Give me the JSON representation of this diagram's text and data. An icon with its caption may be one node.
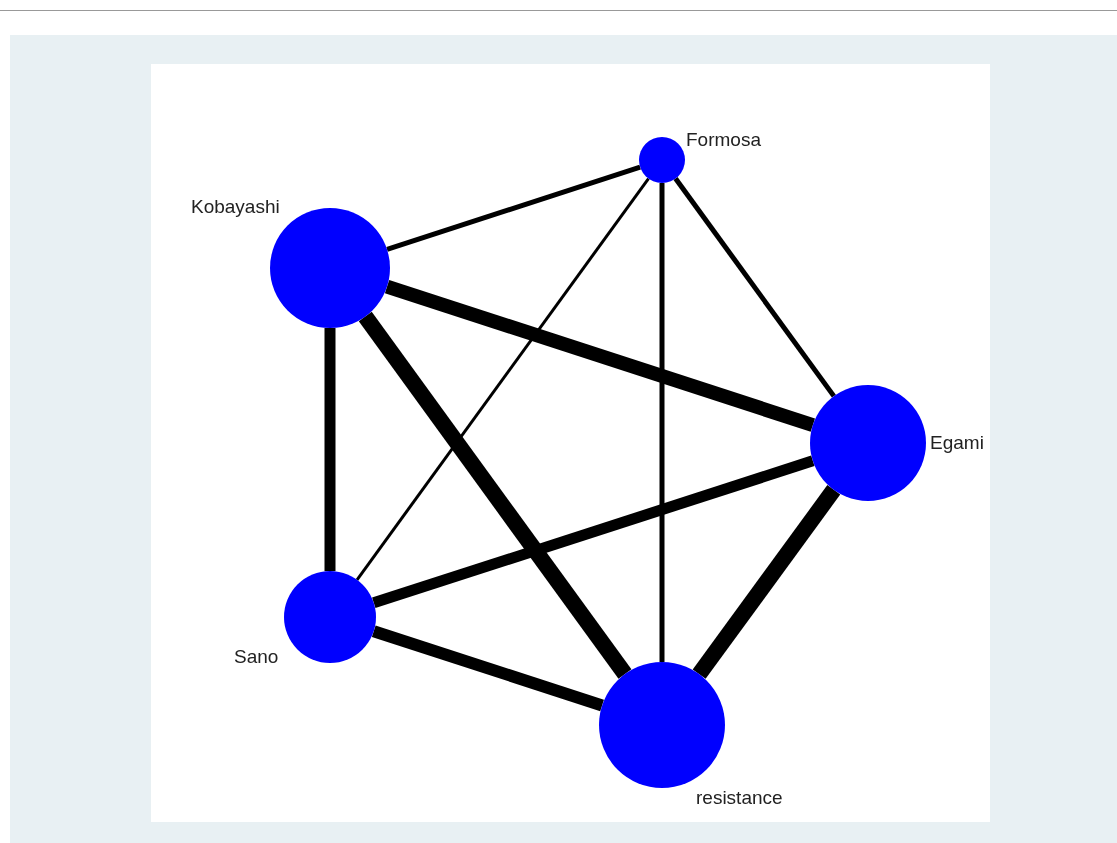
{
  "diagram": {
    "nodes": [
      {
        "text": [],
        "shape": "circle",
        "beside": [
          "Formosa"
        ]
      },
      {
        "text": [],
        "shape": "circle",
        "beside": [
          "Kobayashi"
        ]
      },
      {
        "text": [],
        "shape": "circle",
        "beside": [
          "Egami"
        ]
      },
      {
        "text": [],
        "shape": "circle",
        "beside": [
          "Sano"
        ]
      },
      {
        "text": [],
        "shape": "circle",
        "beside": [
          "resistance"
        ]
      }
    ],
    "edges": [
      {
        "from": 0,
        "to": 1,
        "arrow": "none"
      },
      {
        "from": 0,
        "to": 3,
        "arrow": "none"
      },
      {
        "from": 0,
        "to": 4,
        "arrow": "none"
      },
      {
        "from": 0,
        "to": 2,
        "arrow": "none"
      },
      {
        "from": 1,
        "to": 2,
        "arrow": "none"
      },
      {
        "from": 1,
        "to": 3,
        "arrow": "none"
      },
      {
        "from": 1,
        "to": 4,
        "arrow": "none"
      },
      {
        "from": 2,
        "to": 3,
        "arrow": "none"
      },
      {
        "from": 2,
        "to": 4,
        "arrow": "none"
      },
      {
        "from": 3,
        "to": 4,
        "arrow": "none"
      }
    ]
  }
}
